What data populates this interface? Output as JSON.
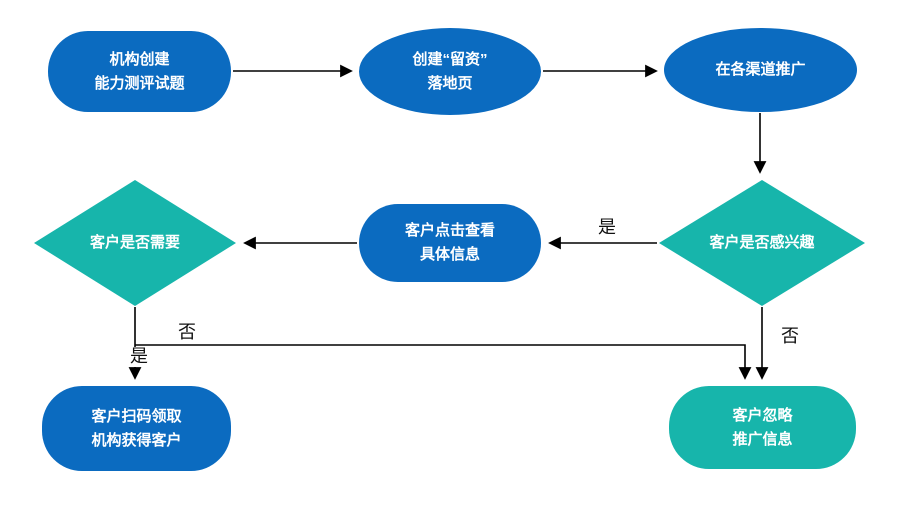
{
  "diagram": {
    "title": "",
    "nodes": {
      "create_test": {
        "label": "机构创建\n能力测评试题",
        "shape": "rounded-rect",
        "color": "#0b6bc0"
      },
      "create_landing": {
        "label": "创建“留资”\n落地页",
        "shape": "ellipse",
        "color": "#0b6bc0"
      },
      "promote": {
        "label": "在各渠道推广",
        "shape": "ellipse",
        "color": "#0b6bc0"
      },
      "interested": {
        "label": "客户是否感兴趣",
        "shape": "diamond",
        "color": "#17b5ab"
      },
      "view_details": {
        "label": "客户点击查看\n具体信息",
        "shape": "rounded-rect",
        "color": "#0b6bc0"
      },
      "need": {
        "label": "客户是否需要",
        "shape": "diamond",
        "color": "#17b5ab"
      },
      "scan_code": {
        "label": "客户扫码领取\n机构获得客户",
        "shape": "rounded-rect",
        "color": "#0b6bc0"
      },
      "ignore": {
        "label": "客户忽略\n推广信息",
        "shape": "rounded-rect",
        "color": "#17b5ab"
      }
    },
    "edge_labels": {
      "interested_yes": "是",
      "interested_no": "否",
      "need_yes": "是",
      "need_no": "否"
    },
    "edges": [
      {
        "from": "create_test",
        "to": "create_landing",
        "label": ""
      },
      {
        "from": "create_landing",
        "to": "promote",
        "label": ""
      },
      {
        "from": "promote",
        "to": "interested",
        "label": ""
      },
      {
        "from": "interested",
        "to": "view_details",
        "label": "是"
      },
      {
        "from": "view_details",
        "to": "need",
        "label": ""
      },
      {
        "from": "need",
        "to": "scan_code",
        "label": "是"
      },
      {
        "from": "need",
        "to": "ignore",
        "label": "否"
      },
      {
        "from": "interested",
        "to": "ignore",
        "label": "否"
      }
    ],
    "colors": {
      "process_blue": "#0b6bc0",
      "decision_teal": "#17b5ab",
      "arrow": "#000000",
      "node_text": "#ffffff",
      "label_text": "#111111",
      "background": "#ffffff"
    }
  }
}
